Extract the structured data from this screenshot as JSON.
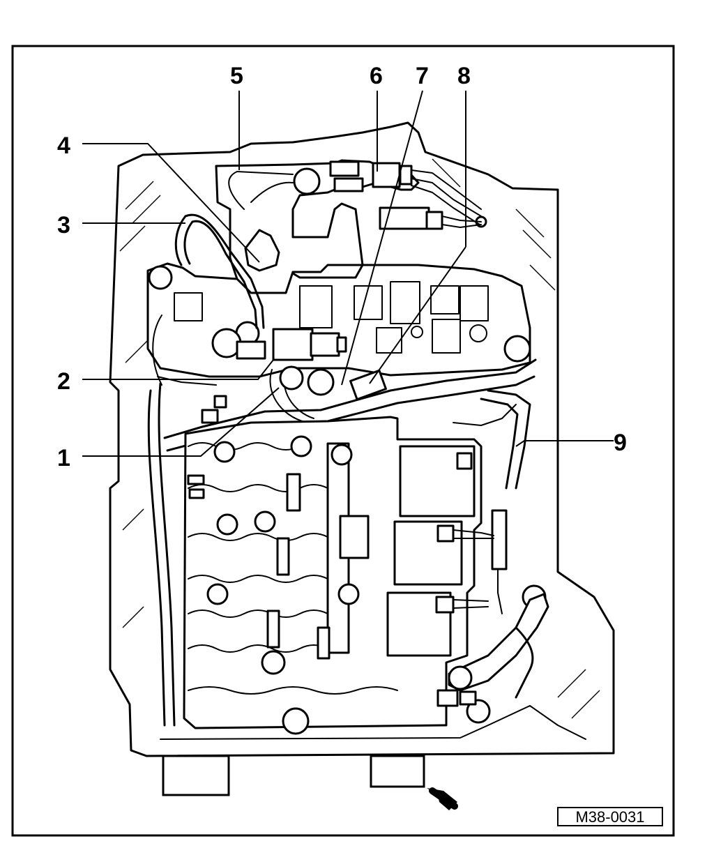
{
  "figure": {
    "reference_code": "M38-0031",
    "callouts": [
      {
        "id": "c1",
        "label": "1"
      },
      {
        "id": "c2",
        "label": "2"
      },
      {
        "id": "c3",
        "label": "3"
      },
      {
        "id": "c4",
        "label": "4"
      },
      {
        "id": "c5",
        "label": "5"
      },
      {
        "id": "c6",
        "label": "6"
      },
      {
        "id": "c7",
        "label": "7"
      },
      {
        "id": "c8",
        "label": "8"
      },
      {
        "id": "c9",
        "label": "9"
      }
    ]
  }
}
